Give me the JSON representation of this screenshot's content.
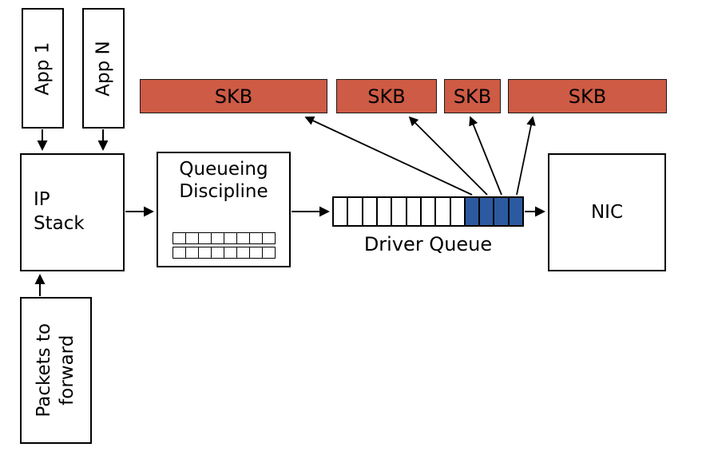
{
  "colors": {
    "skb_fill": "#cd5b45",
    "queue_filled_fill": "#2c5aa0"
  },
  "nodes": {
    "app1": {
      "label": "App 1"
    },
    "appN": {
      "label": "App N"
    },
    "ip_stack": {
      "line1": "IP",
      "line2": "Stack"
    },
    "packets_forward": {
      "line1": "Packets to",
      "line2": "forward"
    },
    "qdisc": {
      "line1": "Queueing",
      "line2": "Discipline",
      "grid": {
        "rows": 2,
        "cols": 8
      }
    },
    "driver_queue": {
      "label": "Driver Queue",
      "total_cells": 13,
      "filled_cells": 4
    },
    "nic": {
      "label": "NIC"
    }
  },
  "skbs": [
    {
      "label": "SKB"
    },
    {
      "label": "SKB"
    },
    {
      "label": "SKB"
    },
    {
      "label": "SKB"
    }
  ]
}
